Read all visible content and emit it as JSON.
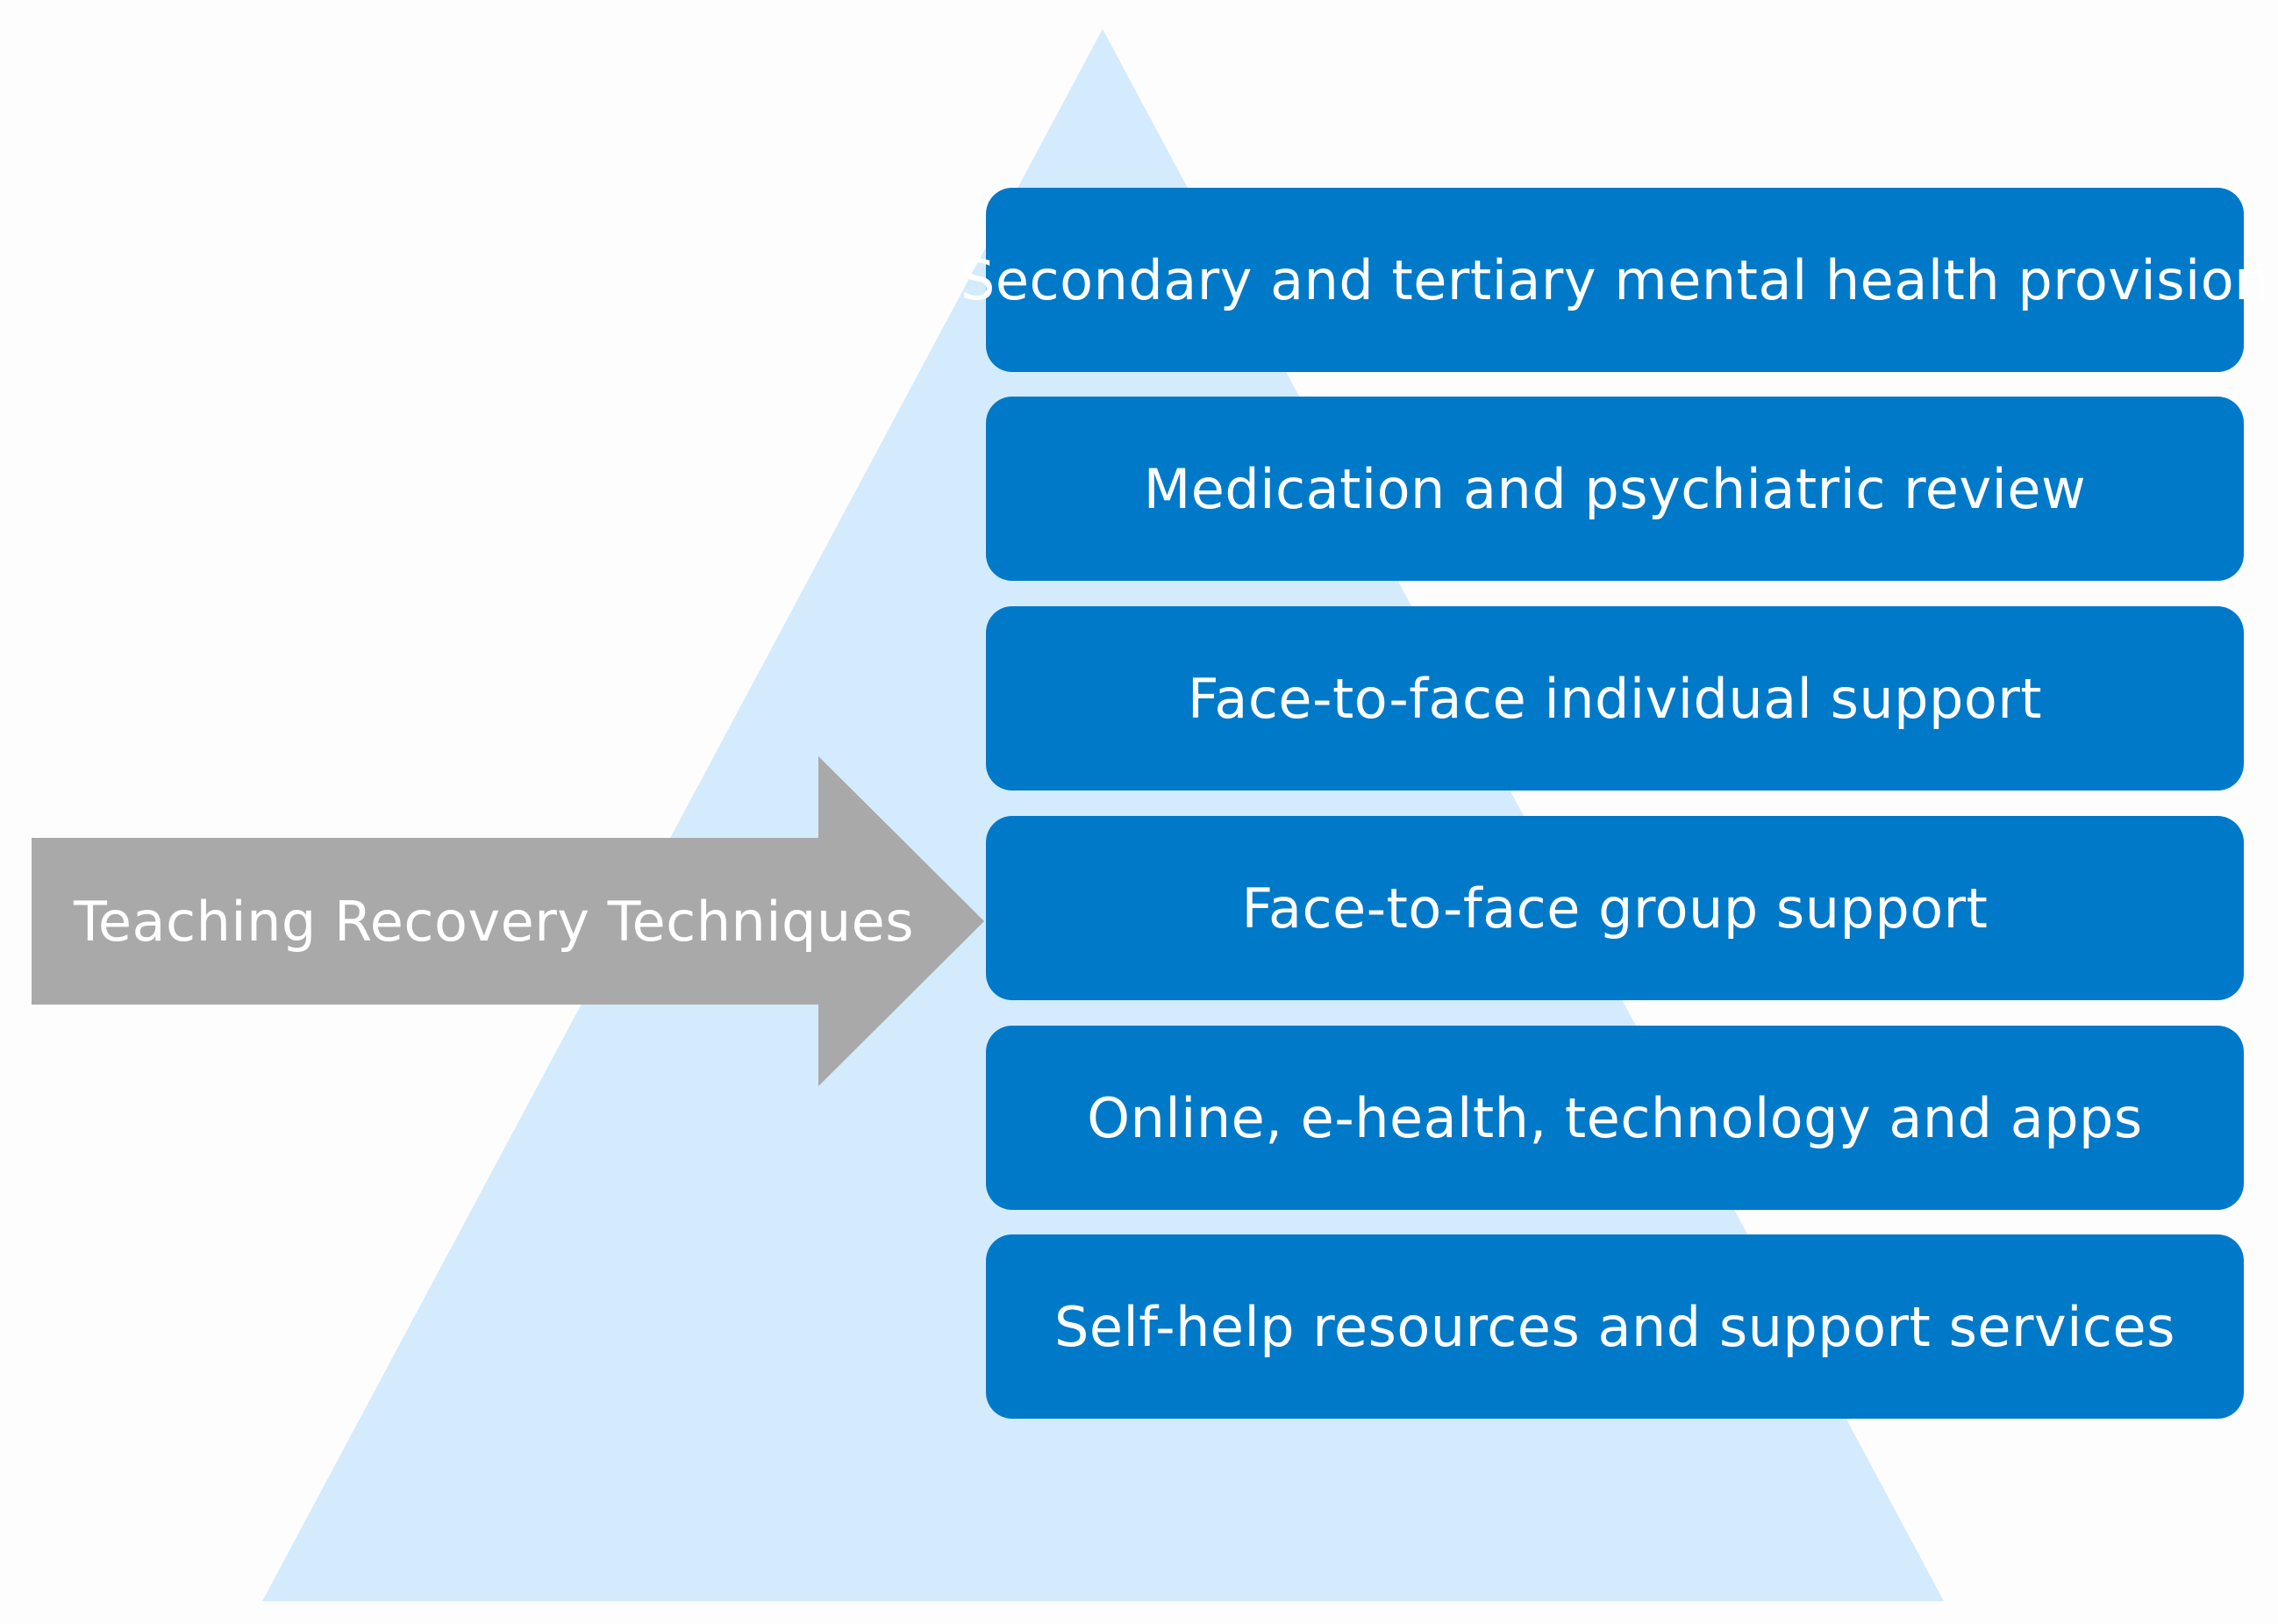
{
  "colors": {
    "background": "#fdfdfd",
    "pyramid": "#d3ebfc",
    "tier_fill": "#0079c8",
    "arrow_fill": "#a9a9a9",
    "text": "#ffffff"
  },
  "pyramid": {
    "tiers": [
      {
        "label": "Secondary and tertiary mental health provision"
      },
      {
        "label": "Medication and psychiatric review"
      },
      {
        "label": "Face-to-face individual support"
      },
      {
        "label": "Face-to-face group support"
      },
      {
        "label": "Online, e-health, technology and apps"
      },
      {
        "label": "Self-help resources and support services"
      }
    ]
  },
  "arrow": {
    "label": "Teaching Recovery Techniques"
  }
}
